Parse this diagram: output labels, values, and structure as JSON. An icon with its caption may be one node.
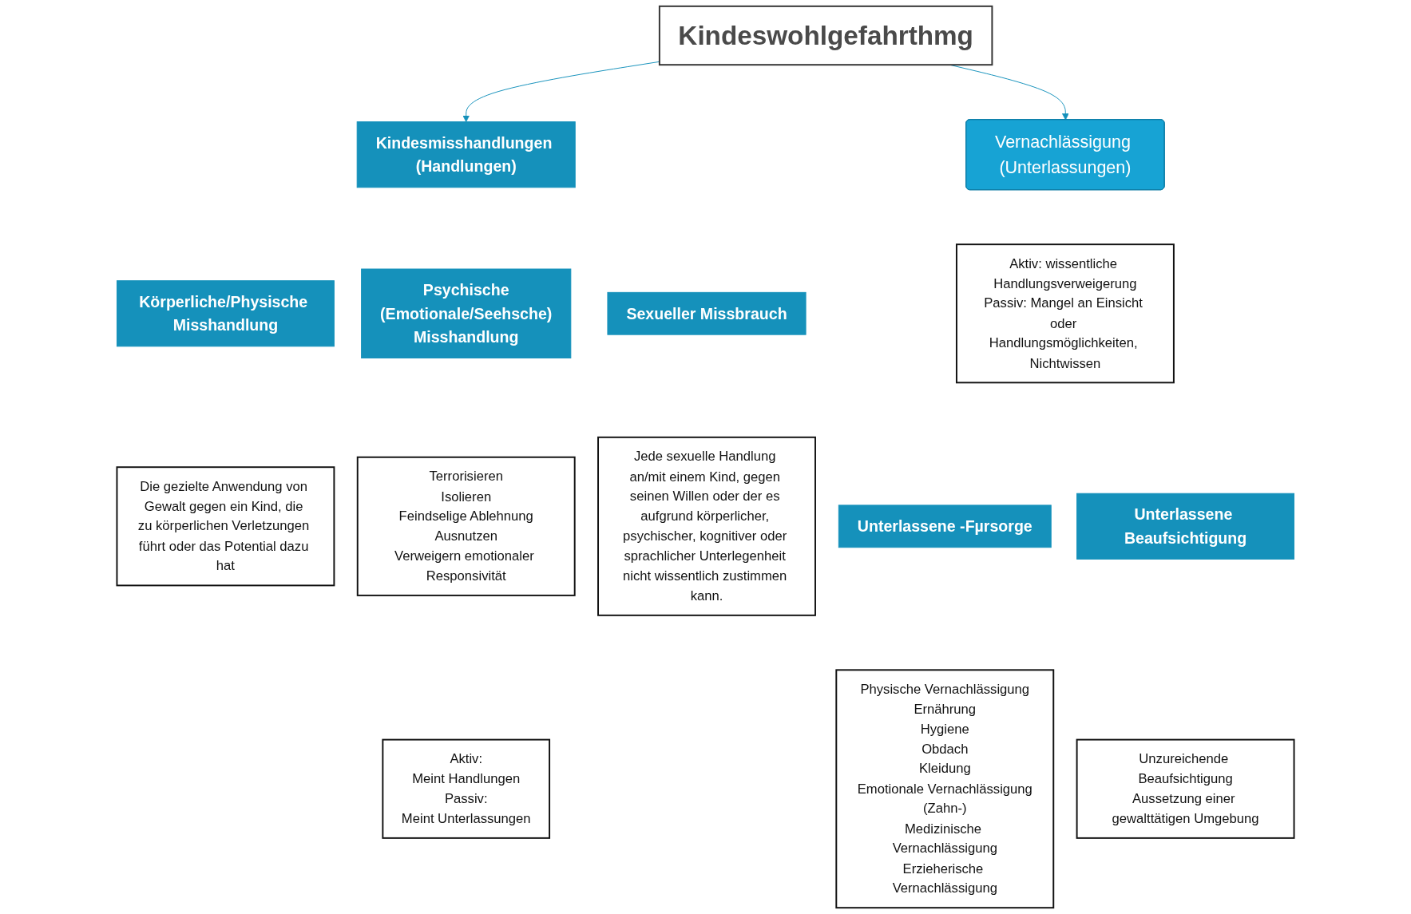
{
  "diagram": {
    "nodes": [
      {
        "text": [
          "Kindeswohlgefahrthmg"
        ]
      },
      {
        "text": [
          "Kindesmisshandlungen (Handlungen)"
        ]
      },
      {
        "text": [
          "Vernachlässigung (Unterlassungen)"
        ]
      },
      {
        "text": [
          "Aktiv: wissentliche Handlungsverweigerung",
          "Passiv: Mangel an Einsicht oder Handlungsmöglichkeiten, Nichtwissen"
        ]
      },
      {
        "text": [
          "Körperliche/Physische Misshandlung"
        ]
      },
      {
        "text": [
          "Die gezielte Anwendung von Gewalt gegen ein Kind, die zu körperlichen Verletzungen führt oder das Potential dazu hat"
        ]
      },
      {
        "text": [
          "Psychische",
          "(Emotionale/Seehsche)",
          "Misshandlung"
        ]
      },
      {
        "text": [
          "Terrorisieren",
          "Isolieren",
          "Feindselige Ablehnung",
          "Ausnutzen",
          "Verweigern emotionaler Responsivität"
        ]
      },
      {
        "text": [
          "Aktiv:",
          "Meint Handlungen",
          "Passiv:",
          "Meint Unterlassungen"
        ]
      },
      {
        "text": [
          "Sexueller Missbrauch"
        ]
      },
      {
        "text": [
          "Jede sexuelle Handlung an/mit einem Kind, gegen seinen Willen oder der es aufgrund körperlicher, psychischer, kognitiver oder sprachlicher Unterlegenheit nicht wissentlich zustimmen kann."
        ]
      },
      {
        "text": [
          "Unterlassene -Fµrsorge"
        ]
      },
      {
        "text": [
          "Physische Vernachlässigung",
          "Ernährung",
          "Hygiene",
          "Obdach",
          "Kleidung",
          "Emotionale Vernachlässigung",
          "(Zahn-)",
          "Medizinische Vernachlässigung",
          "Erzieherische Vernachlässigung"
        ]
      },
      {
        "text": [
          "Unterlassene Beaufsichtigung"
        ]
      },
      {
        "text": [
          "Unzureichende Beaufsichtigung",
          "Aussetzung einer gewalttätigen Umgebung"
        ]
      }
    ],
    "edges": [
      {
        "from": 0,
        "to": 1,
        "arrow": "to"
      },
      {
        "from": 0,
        "to": 2,
        "arrow": "to"
      }
    ]
  }
}
